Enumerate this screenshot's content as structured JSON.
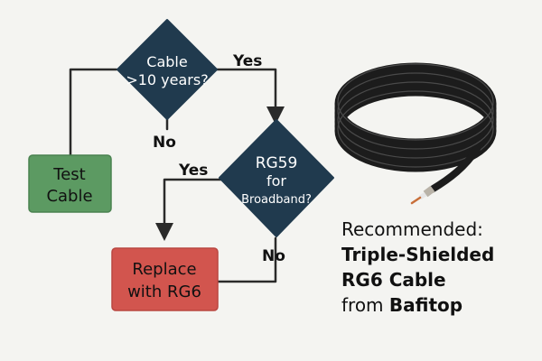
{
  "diagram": {
    "nodes": {
      "d1": {
        "lines": [
          "Cable",
          ">10 years?"
        ],
        "fill": "#203a4e"
      },
      "d2": {
        "lines": [
          "RG59",
          "for",
          "Broadband?"
        ],
        "fill": "#203a4e"
      },
      "test": {
        "lines": [
          "Test",
          "Cable"
        ],
        "fill": "#5c9a62"
      },
      "replace": {
        "lines": [
          "Replace",
          "with RG6"
        ],
        "fill": "#d2554e"
      }
    },
    "edge_labels": {
      "d1_yes": "Yes",
      "d1_no": "No",
      "d2_yes": "Yes",
      "d2_no": "No"
    }
  },
  "recommendation": {
    "line1": "Recommended:",
    "line2": "Triple-Shielded",
    "line3": "RG6 Cable",
    "line4_prefix": "from ",
    "line4_brand": "Bafitop"
  },
  "colors": {
    "line": "#2a2a2a",
    "cable": "#1c1c1c",
    "text_light": "#ffffff",
    "text_dark": "#111111"
  }
}
